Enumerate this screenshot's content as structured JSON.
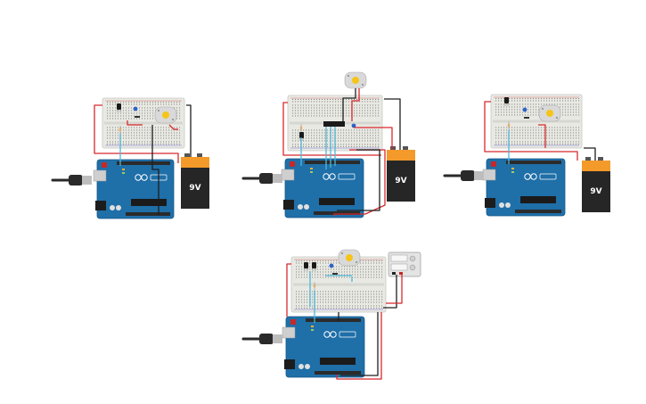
{
  "canvas": {
    "background": "#ffffff"
  },
  "colors": {
    "breadboard": "#e9e9e4",
    "breadboard_edge": "#c8c8c2",
    "hole": "#8c8c88",
    "arduino": "#1f6fa8",
    "arduino_dark": "#175a8a",
    "header": "#2b2b2b",
    "battery_black": "#262626",
    "battery_orange": "#f39a2a",
    "wire_red": "#d8282c",
    "wire_black": "#1e1e1e",
    "wire_cyan": "#4fb8d8",
    "motor_body": "#d9d9d9",
    "motor_center": "#f5c518",
    "usb_cable": "#2a2a2a",
    "usb_plug": "#bdbdbd",
    "transistor": "#1a1a1a",
    "pot_blue": "#2d63c8"
  },
  "circuits": [
    {
      "id": "circuit-1",
      "battery_label": "9V",
      "has_motor": true,
      "has_transistor": true,
      "has_chip": false,
      "has_psu": false
    },
    {
      "id": "circuit-2",
      "battery_label": "9V",
      "has_motor": true,
      "has_transistor": false,
      "has_chip": true,
      "has_psu": false
    },
    {
      "id": "circuit-3",
      "battery_label": "9V",
      "has_motor": true,
      "has_transistor": true,
      "has_chip": false,
      "has_psu": false
    },
    {
      "id": "circuit-4",
      "battery_label": "",
      "has_motor": true,
      "has_transistor": true,
      "has_chip": false,
      "has_psu": true
    }
  ]
}
